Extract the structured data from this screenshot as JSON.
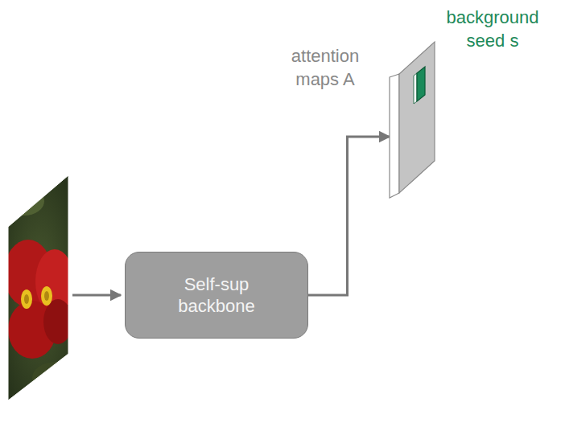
{
  "diagram": {
    "nodes": [
      {
        "text": [
          "Self-sup backbone"
        ]
      },
      {
        "text": [
          "attention maps A"
        ]
      }
    ],
    "edges": [
      {
        "from": 0,
        "to": 1,
        "arrow": "to"
      }
    ],
    "labels": [
      "background seed s"
    ]
  }
}
